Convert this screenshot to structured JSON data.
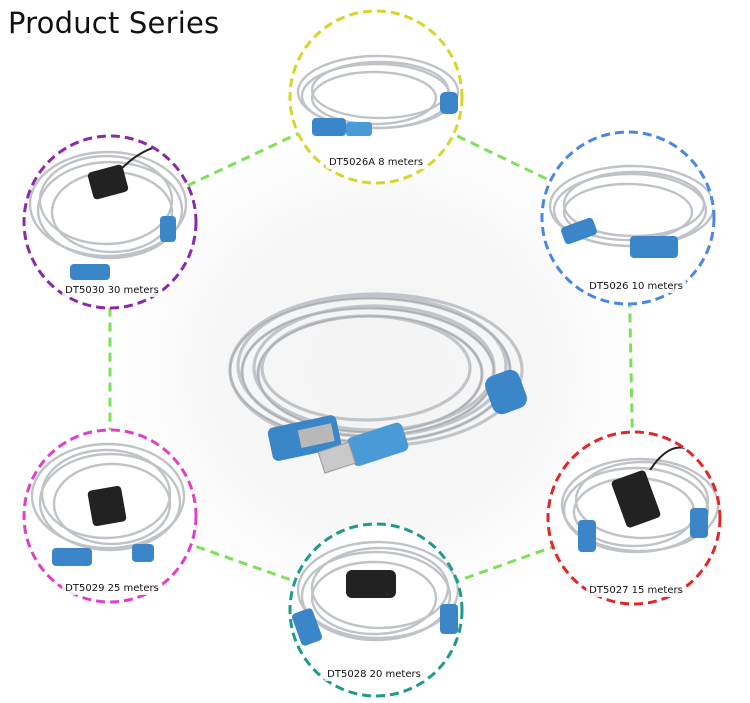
{
  "page": {
    "title": "Product Series"
  },
  "colors": {
    "connector": "#7ee05a",
    "cable": "#bfc3c7",
    "plug_blue": "#3a86c8",
    "metal": "#b8b8b8"
  },
  "products": [
    {
      "id": "DT5026A",
      "label": "DT5026A 8 meters",
      "ring_color": "#d6d62a",
      "icon": "coiled-usb-cable"
    },
    {
      "id": "DT5026",
      "label": "DT5026 10 meters",
      "ring_color": "#4a86e8",
      "icon": "coiled-usb-cable"
    },
    {
      "id": "DT5027",
      "label": "DT5027 15 meters",
      "ring_color": "#e02828",
      "icon": "coiled-usb-cable-with-adapter"
    },
    {
      "id": "DT5028",
      "label": "DT5028 20 meters",
      "ring_color": "#1e9a8a",
      "icon": "coiled-usb-cable-with-adapter"
    },
    {
      "id": "DT5029",
      "label": "DT5029 25 meters",
      "ring_color": "#e040c8",
      "icon": "coiled-usb-cable-with-adapter"
    },
    {
      "id": "DT5030",
      "label": "DT5030 30 meters",
      "ring_color": "#8a2aa8",
      "icon": "coiled-usb-cable-with-adapter"
    }
  ]
}
